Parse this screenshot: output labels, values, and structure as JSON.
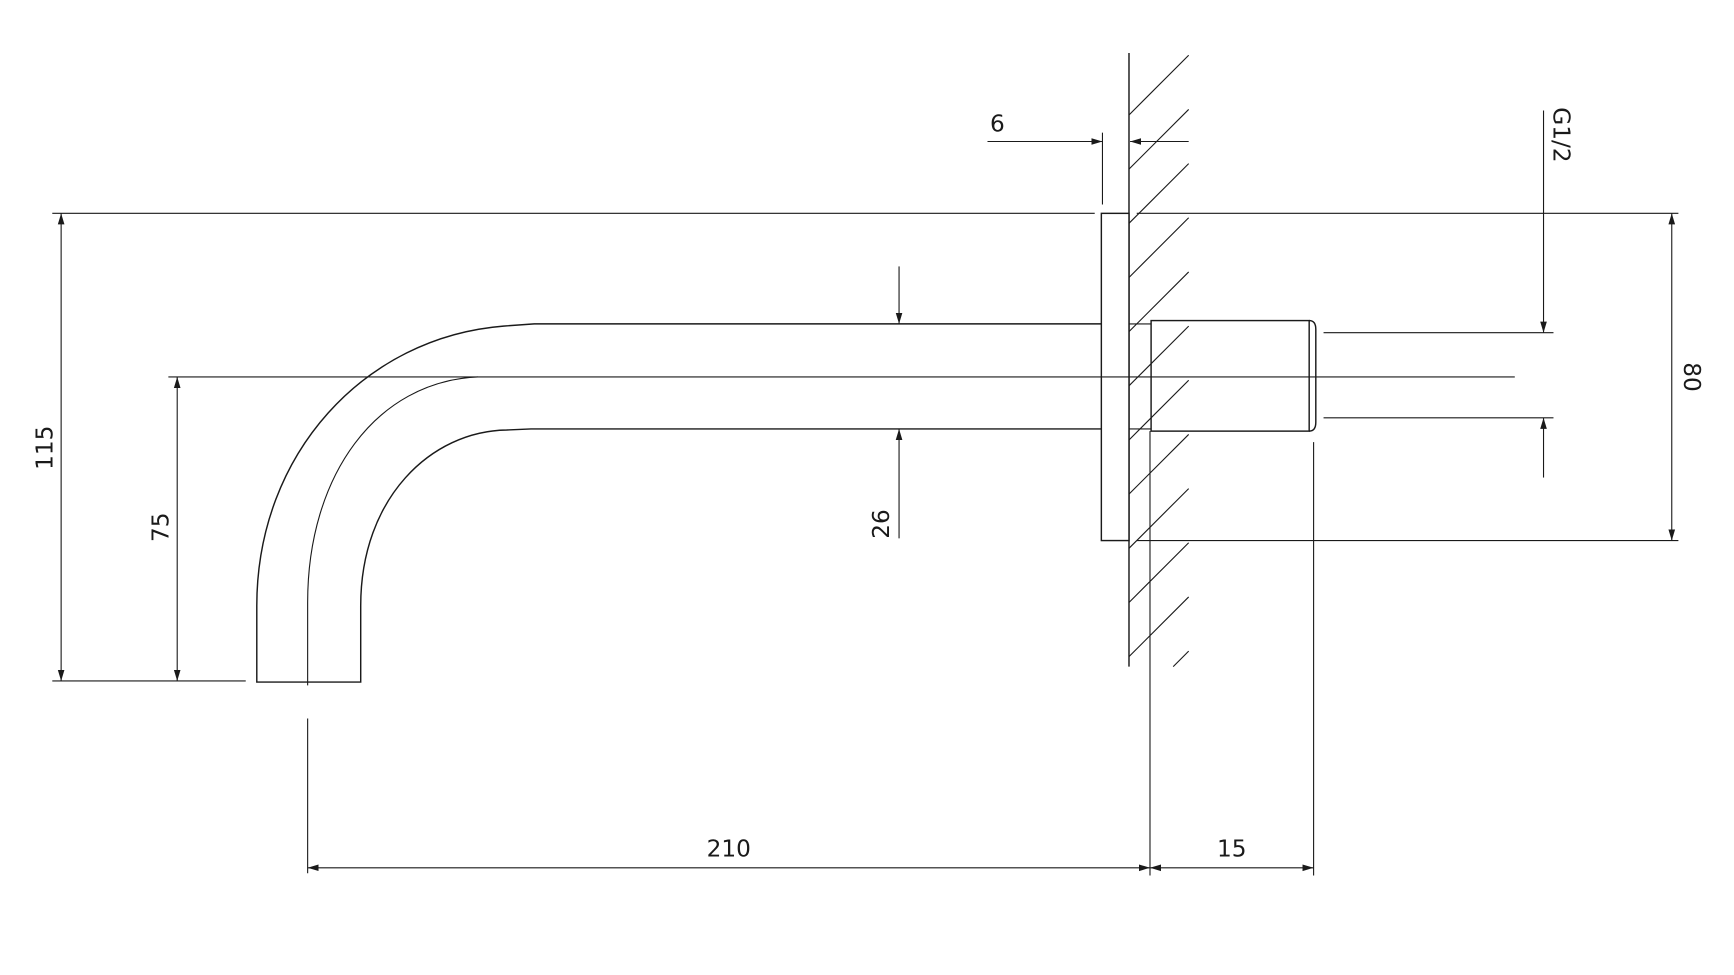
{
  "dimensions": {
    "overall_height": "115",
    "outlet_height": "75",
    "plate_thickness": "6",
    "pipe_diameter": "26",
    "thread": "G1/2",
    "plate_height": "80",
    "projection": "210",
    "thread_length": "15"
  }
}
